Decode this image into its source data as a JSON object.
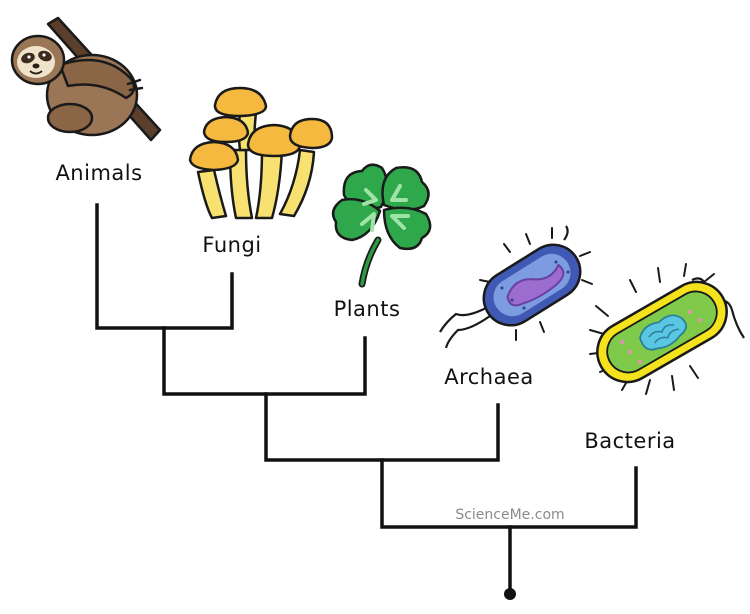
{
  "tree_of_life": {
    "taxa": {
      "animals": "Animals",
      "fungi": "Fungi",
      "plants": "Plants",
      "archaea": "Archaea",
      "bacteria": "Bacteria"
    },
    "watermark": "ScienceMe.com"
  },
  "icons": {
    "animals": "sloth-icon",
    "fungi": "mushroom-cluster-icon",
    "plants": "four-leaf-clover-icon",
    "archaea": "archaeon-cell-icon",
    "bacteria": "bacterium-cell-icon"
  },
  "colors": {
    "line": "#111111",
    "sloth_fur": "#9b7656",
    "mushroom_cap": "#f5b940",
    "mushroom_stem": "#f7e271",
    "clover": "#2ea84a",
    "archaea_body": "#3f59b4",
    "archaea_inner": "#9d6ccf",
    "bacteria_wall": "#f4e31c",
    "bacteria_body": "#7fca4a",
    "bacteria_nucleoid": "#59c7e3"
  }
}
